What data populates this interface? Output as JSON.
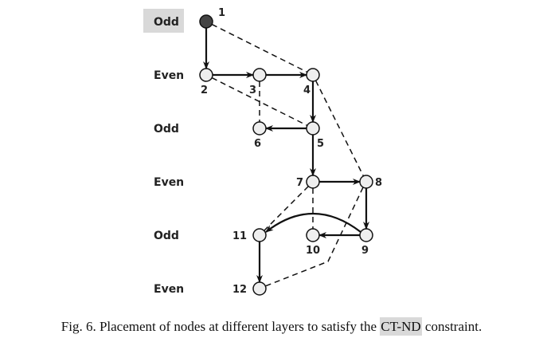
{
  "layers": [
    "Odd",
    "Even",
    "Odd",
    "Even",
    "Odd",
    "Even"
  ],
  "highlighted_layer": 0,
  "nodes": [
    "1",
    "2",
    "3",
    "4",
    "5",
    "6",
    "7",
    "8",
    "9",
    "10",
    "11",
    "12"
  ],
  "edges": [
    {
      "from": "1",
      "to": "2",
      "type": "solid"
    },
    {
      "from": "2",
      "to": "3",
      "type": "solid"
    },
    {
      "from": "3",
      "to": "4",
      "type": "solid"
    },
    {
      "from": "4",
      "to": "5",
      "type": "solid"
    },
    {
      "from": "5",
      "to": "6",
      "type": "solid"
    },
    {
      "from": "5",
      "to": "7",
      "type": "solid"
    },
    {
      "from": "7",
      "to": "8",
      "type": "solid"
    },
    {
      "from": "8",
      "to": "9",
      "type": "solid"
    },
    {
      "from": "9",
      "to": "10",
      "type": "solid"
    },
    {
      "from": "9",
      "to": "11",
      "type": "solid-curved"
    },
    {
      "from": "11",
      "to": "12",
      "type": "solid"
    },
    {
      "from": "1",
      "to": "4",
      "type": "dashed"
    },
    {
      "from": "2",
      "to": "5",
      "type": "dashed"
    },
    {
      "from": "3",
      "to": "6",
      "type": "dashed"
    },
    {
      "from": "4",
      "to": "8",
      "type": "dashed"
    },
    {
      "from": "7",
      "to": "11",
      "type": "dashed"
    },
    {
      "from": "7",
      "to": "10",
      "type": "dashed"
    },
    {
      "from": "8",
      "to": "12",
      "type": "dashed-bent"
    }
  ],
  "caption": {
    "prefix": "Fig. 6.   Placement of nodes at different layers to satisfy the ",
    "highlight": "CT-ND",
    "suffix": " constraint."
  },
  "colors": {
    "node_fill": "#eeeeee",
    "root_fill": "#444444",
    "highlight": "#d9d9d9"
  }
}
